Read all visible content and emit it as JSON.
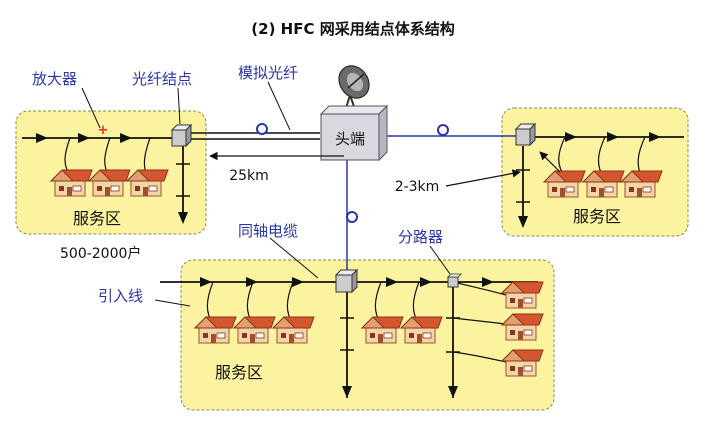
{
  "title": "(2) HFC 网采用结点体系结构",
  "labels": {
    "amplifier": "放大器",
    "fiber_node": "光纤结点",
    "analog_fiber": "模拟光纤",
    "headend": "头端",
    "coax": "同轴电缆",
    "splitter": "分路器",
    "drop_line": "引入线",
    "dist_25km": "25km",
    "dist_2_3km": "2-3km",
    "households": "500-2000户",
    "service_area": "服务区"
  },
  "colors": {
    "zone_fill": "#fbf3a0",
    "zone_border": "#8a8a55",
    "fiber_line": "#2b35a8",
    "label_blue": "#2b35a8",
    "amplifier_mark": "#e03020",
    "house_roof": "#d4562e",
    "house_wall": "#f2d6a8"
  },
  "icons": [
    "satellite-dish-icon",
    "headend-box-icon",
    "fiber-node-box-icon",
    "splitter-box-icon",
    "house-icon",
    "amplifier-mark-icon"
  ]
}
